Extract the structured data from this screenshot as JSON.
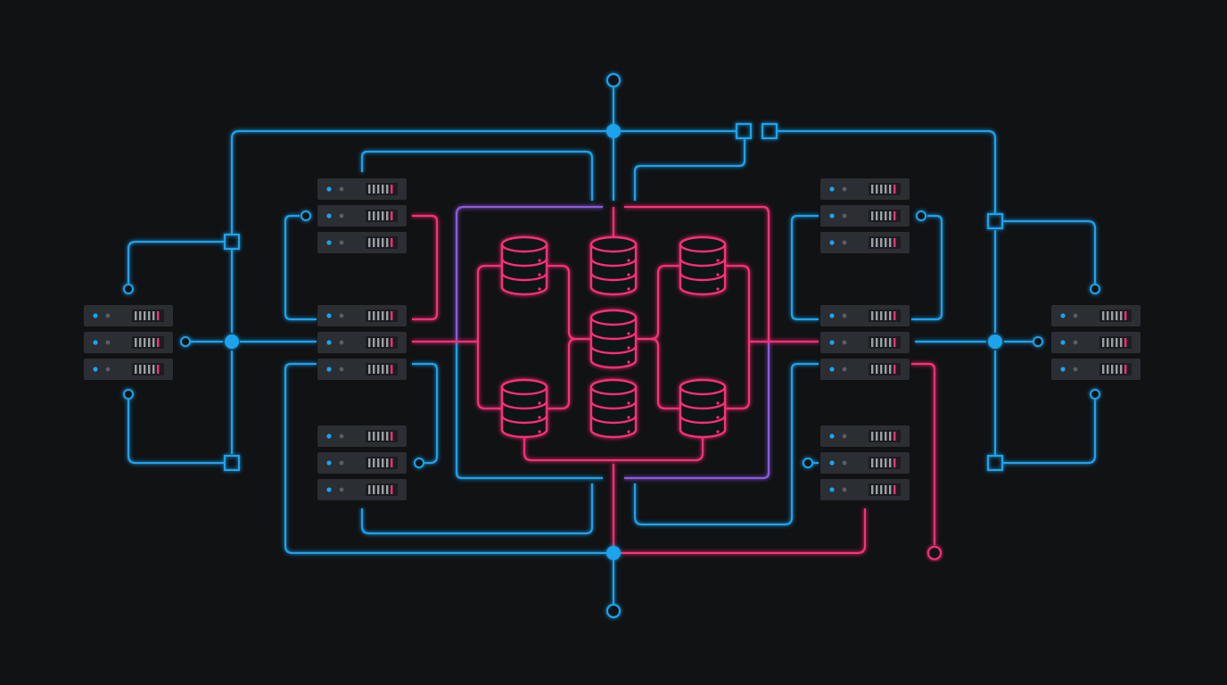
{
  "diagram": {
    "type": "network-topology",
    "colors": {
      "background": "#111214",
      "network_link": "#1aa3ee",
      "data_link": "#ff2d78",
      "boundary_link": "#8c5ae0",
      "server_body": "#2b2e33",
      "server_led": "#1aa3ee",
      "server_bars": "#9aa0a6",
      "server_bar_accent": "#ff2d78"
    },
    "icons": {
      "server": "server-rack-icon",
      "database": "database-cylinder-icon",
      "hub": "hub-node-icon",
      "switch": "switch-square-icon",
      "endpoint": "endpoint-ring-icon"
    },
    "groups": [
      {
        "id": "db-cluster",
        "kind": "database",
        "count": 7
      },
      {
        "id": "server-stacks",
        "kind": "server",
        "count": 8
      },
      {
        "id": "hubs",
        "kind": "hub",
        "count": 4
      },
      {
        "id": "switches",
        "kind": "switch",
        "count": 6
      }
    ]
  }
}
